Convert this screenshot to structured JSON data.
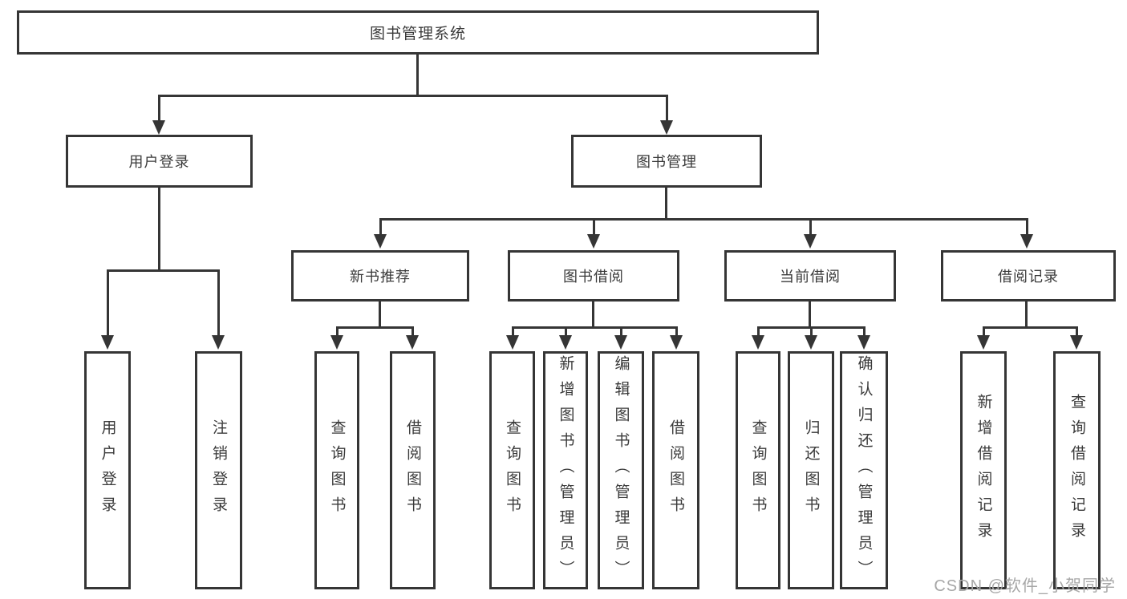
{
  "diagram": {
    "root": {
      "label": "图书管理系统"
    },
    "branches": [
      {
        "label": "用户登录",
        "children": [
          {
            "label": "用户登录"
          },
          {
            "label": "注销登录"
          }
        ]
      },
      {
        "label": "图书管理",
        "children": [
          {
            "label": "新书推荐",
            "children": [
              {
                "label": "查询图书"
              },
              {
                "label": "借阅图书"
              }
            ]
          },
          {
            "label": "图书借阅",
            "children": [
              {
                "label": "查询图书"
              },
              {
                "label": "新增图书（管理员）"
              },
              {
                "label": "编辑图书（管理员）"
              },
              {
                "label": "借阅图书"
              }
            ]
          },
          {
            "label": "当前借阅",
            "children": [
              {
                "label": "查询图书"
              },
              {
                "label": "归还图书"
              },
              {
                "label": "确认归还（管理员）"
              }
            ]
          },
          {
            "label": "借阅记录",
            "children": [
              {
                "label": "新增借阅记录"
              },
              {
                "label": "查询借阅记录"
              }
            ]
          }
        ]
      }
    ]
  },
  "watermark": {
    "text": "CSDN @软件_小贺同学"
  },
  "colors": {
    "line": "#353535",
    "text": "#3a3a3a",
    "watermark": "#a7a7a7",
    "background": "#ffffff"
  }
}
